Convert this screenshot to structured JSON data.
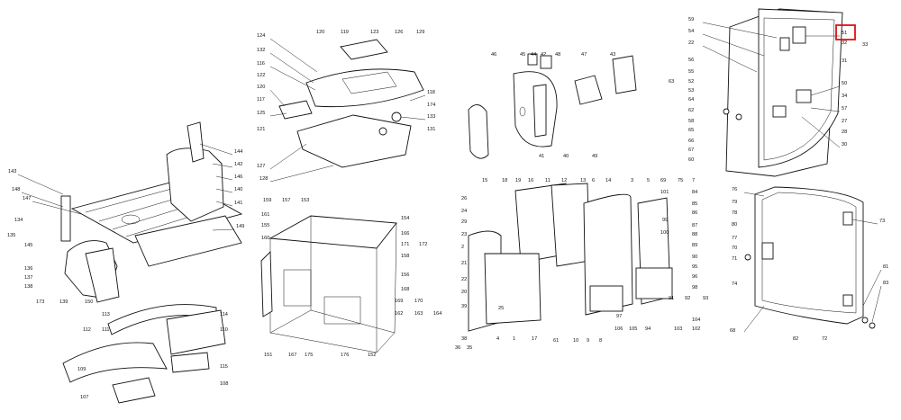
{
  "highlight": {
    "label": "51",
    "color": "#e01010"
  },
  "callout_labels": {
    "floor": [
      "143",
      "148",
      "147",
      "134",
      "135",
      "145",
      "136",
      "137",
      "138",
      "173",
      "139",
      "150",
      "144",
      "142",
      "146",
      "140",
      "141",
      "149"
    ],
    "fenders": [
      "113",
      "112",
      "111",
      "114",
      "110",
      "115",
      "109",
      "108",
      "107"
    ],
    "roof": [
      "120",
      "119",
      "123",
      "126",
      "129",
      "124",
      "132",
      "116",
      "122",
      "120",
      "117",
      "125",
      "121",
      "118",
      "174",
      "133",
      "131",
      "127",
      "128"
    ],
    "cab_frame": [
      "159",
      "157",
      "153",
      "161",
      "155",
      "160",
      "154",
      "166",
      "171",
      "172",
      "158",
      "156",
      "168",
      "169",
      "170",
      "162",
      "163",
      "164",
      "151",
      "167",
      "175",
      "176",
      "152"
    ],
    "door_parts": [
      "46",
      "45",
      "44",
      "42",
      "48",
      "47",
      "43",
      "41",
      "40",
      "49"
    ],
    "doors_glass": [
      "15",
      "18",
      "19",
      "16",
      "11",
      "12",
      "13",
      "6",
      "14",
      "3",
      "5",
      "69",
      "75",
      "7",
      "84",
      "85",
      "26",
      "24",
      "29",
      "23",
      "2",
      "21",
      "22",
      "20",
      "39",
      "38",
      "36",
      "35",
      "25",
      "4",
      "1",
      "17",
      "8",
      "10",
      "9",
      "61",
      "106",
      "105",
      "101",
      "99",
      "100",
      "86",
      "87",
      "88",
      "89",
      "90",
      "95",
      "96",
      "98",
      "94",
      "97",
      "104",
      "103",
      "102",
      "91",
      "92",
      "93"
    ],
    "rear_window": [
      "59",
      "54",
      "22",
      "56",
      "55",
      "52",
      "63",
      "53",
      "64",
      "62",
      "58",
      "65",
      "66",
      "67",
      "60",
      "51",
      "32",
      "33",
      "31",
      "50",
      "34",
      "57",
      "27",
      "28",
      "30"
    ],
    "side_window": [
      "76",
      "78",
      "79",
      "80",
      "77",
      "70",
      "71",
      "74",
      "73",
      "81",
      "83",
      "82",
      "72",
      "68"
    ]
  }
}
